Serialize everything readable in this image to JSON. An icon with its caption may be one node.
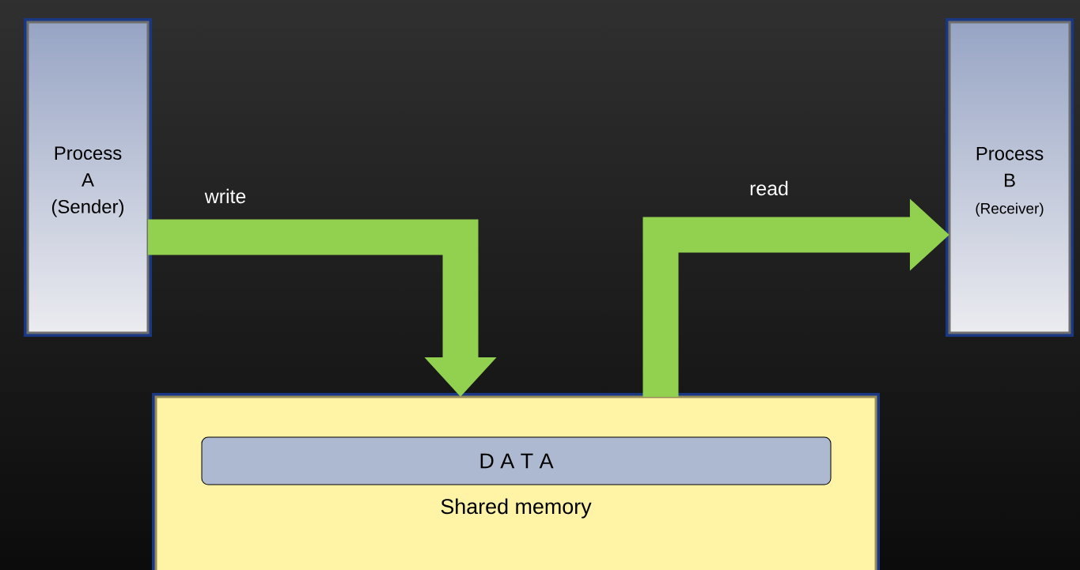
{
  "diagram": {
    "nodes": [
      {
        "text": [
          "Process A (Sender)"
        ]
      },
      {
        "text": [
          "Process B",
          "(Receiver)"
        ]
      },
      {
        "text": [
          "Shared memory"
        ]
      },
      {
        "text": [
          "D A T A"
        ],
        "in": 2
      }
    ],
    "edges": [
      {
        "from": 0,
        "to": 2,
        "arrow": "to",
        "label": "write"
      },
      {
        "from": 2,
        "to": 1,
        "arrow": "to",
        "label": "read"
      }
    ]
  }
}
